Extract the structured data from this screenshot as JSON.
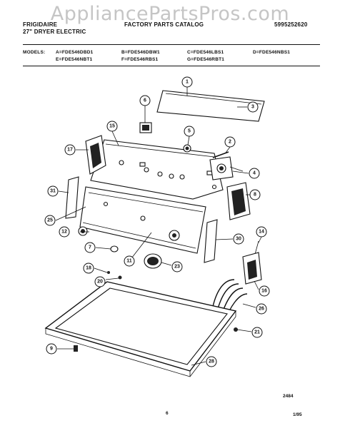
{
  "watermark": "AppliancePartsPros.com",
  "header": {
    "brand": "FRIGIDAIRE",
    "subtitle": "27\" DRYER ELECTRIC",
    "catalog": "FACTORY PARTS CATALOG",
    "catalog_number": "5995252620"
  },
  "models": {
    "label": "MODELS:",
    "row1": [
      "A=FDE546DBD1",
      "B=FDE546DBW1",
      "C=FDE546LBS1",
      "D=FDE546NBS1"
    ],
    "row2": [
      "E=FDE546NBT1",
      "F=FDE546RBS1",
      "G=FDE546RBT1"
    ]
  },
  "diagram": {
    "callouts": [
      "1",
      "2",
      "3",
      "4",
      "5",
      "6",
      "8",
      "9",
      "11",
      "12",
      "14",
      "15",
      "16",
      "17",
      "18",
      "20",
      "21",
      "23",
      "25",
      "26",
      "28",
      "30",
      "31",
      "7"
    ]
  },
  "footer": {
    "figure_number": "2484",
    "page_number": "6",
    "date": "1/95"
  }
}
